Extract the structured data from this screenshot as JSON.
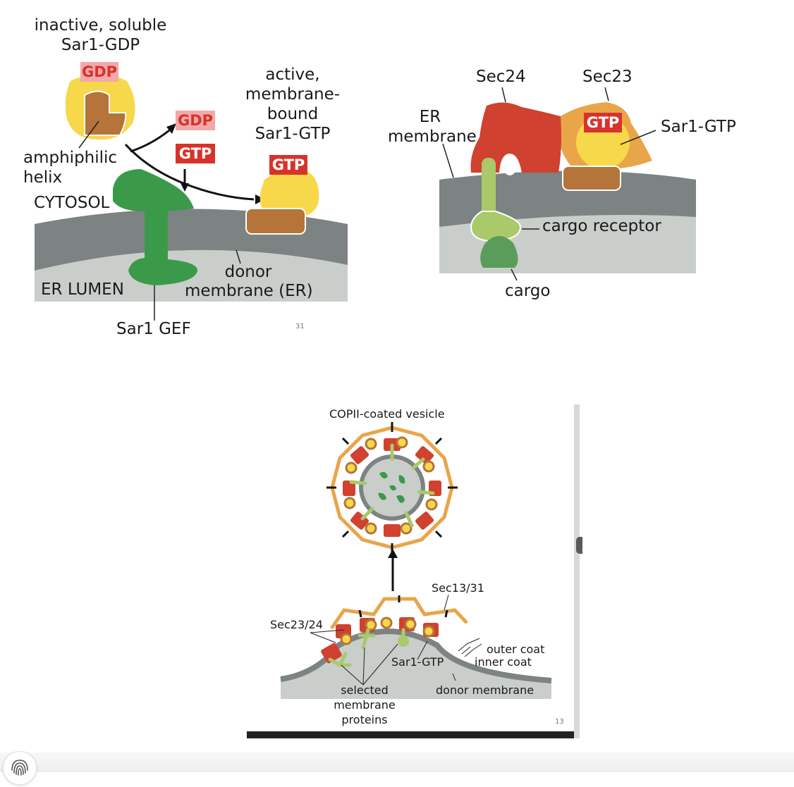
{
  "panel1": {
    "title_line1": "inactive, soluble",
    "title_line2": "Sar1-GDP",
    "gdp_badge": "GDP",
    "gdp_badge_right": "GDP",
    "gtp_badge_right": "GTP",
    "gtp_badge_bound": "GTP",
    "active_line1": "active,",
    "active_line2": "membrane-",
    "active_line3": "bound",
    "active_line4": "Sar1-GTP",
    "amphiphilic_line1": "amphiphilic",
    "amphiphilic_line2": "helix",
    "cytosol": "CYTOSOL",
    "er_lumen": "ER LUMEN",
    "donor_line1": "donor",
    "donor_line2": "membrane (ER)",
    "sar1_gef": "Sar1 GEF",
    "page_num": "31"
  },
  "panel2": {
    "sec24": "Sec24",
    "sec23": "Sec23",
    "er_line1": "ER",
    "er_line2": "membrane",
    "gtp_badge": "GTP",
    "sar1_gtp": "Sar1-GTP",
    "cargo_receptor": "cargo receptor",
    "cargo": "cargo"
  },
  "panel3": {
    "title": "COPII-coated vesicle",
    "sec13_31": "Sec13/31",
    "sec23_24": "Sec23/24",
    "sar1_gtp": "Sar1-GTP",
    "outer_coat": "outer coat",
    "inner_coat": "inner coat",
    "selected_line1": "selected",
    "selected_line2": "membrane",
    "selected_line3": "proteins",
    "donor_membrane": "donor membrane",
    "page_num": "13"
  },
  "colors": {
    "membrane_dark": "#7d8283",
    "lumen": "#c9cecb",
    "sar1_yellow": "#f6d84a",
    "helix_brown": "#b5743a",
    "gef_green": "#3b9a4a",
    "sec24_red": "#d0412f",
    "sec23_orange": "#e9a54a",
    "receptor_lightgreen": "#a9c96a",
    "gtp_red": "#d7332b",
    "gdp_pink": "#f1a9a9"
  }
}
